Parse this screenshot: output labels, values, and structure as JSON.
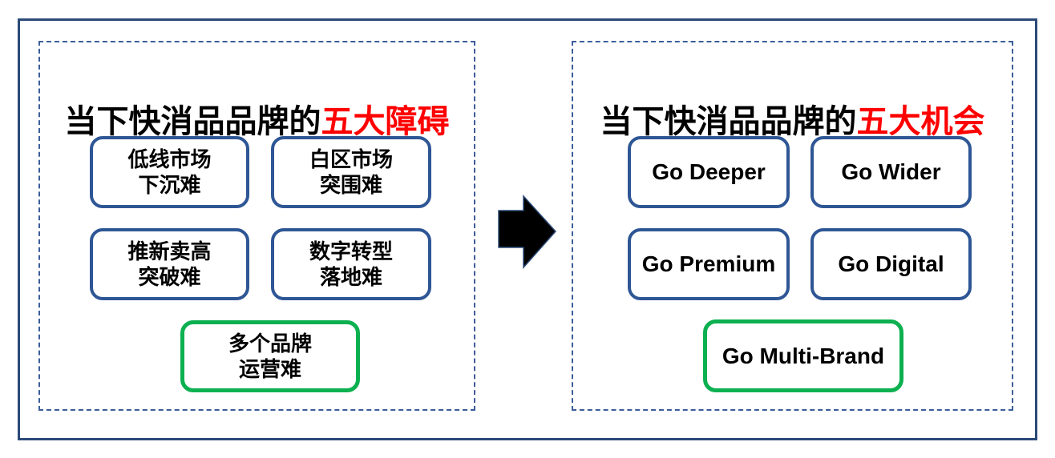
{
  "left_panel": {
    "title_prefix": "当下快消品品牌的",
    "title_highlight": "五大障碍",
    "boxes": [
      {
        "line1": "低线市场",
        "line2": "下沉难"
      },
      {
        "line1": "白区市场",
        "line2": "突围难"
      },
      {
        "line1": "推新卖高",
        "line2": "突破难"
      },
      {
        "line1": "数字转型",
        "line2": "落地难"
      },
      {
        "line1": "多个品牌",
        "line2": "运营难"
      }
    ]
  },
  "right_panel": {
    "title_prefix": "当下快消品品牌的",
    "title_highlight": "五大机会",
    "boxes": [
      {
        "label": "Go Deeper"
      },
      {
        "label": "Go Wider"
      },
      {
        "label": "Go Premium"
      },
      {
        "label": "Go Digital"
      },
      {
        "label": "Go Multi-Brand"
      }
    ]
  },
  "arrow": {
    "icon": "right-arrow"
  },
  "colors": {
    "highlight-red": "#ff0000",
    "box-blue-border": "#2e5695",
    "box-green-border": "#0db050",
    "frame-border": "#2b4a79",
    "panel-dashed-border": "#3c5d99",
    "arrow-fill": "#000000",
    "text-black": "#000000"
  }
}
